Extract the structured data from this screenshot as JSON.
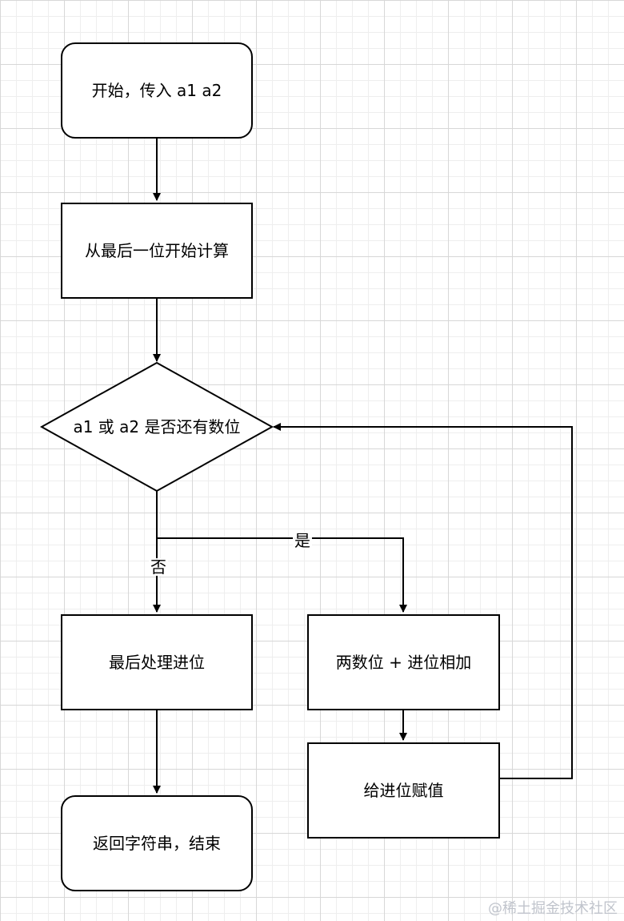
{
  "flowchart": {
    "nodes": {
      "start": "开始，传入 a1 a2",
      "calc": "从最后一位开始计算",
      "decision": "a1 或 a2 是否还有数位",
      "final_carry": "最后处理进位",
      "add_digits": "两数位 + 进位相加",
      "assign_carry": "给进位赋值",
      "end": "返回字符串，结束"
    },
    "edge_labels": {
      "no": "否",
      "yes": "是"
    }
  },
  "watermark": "@稀土掘金技术社区"
}
